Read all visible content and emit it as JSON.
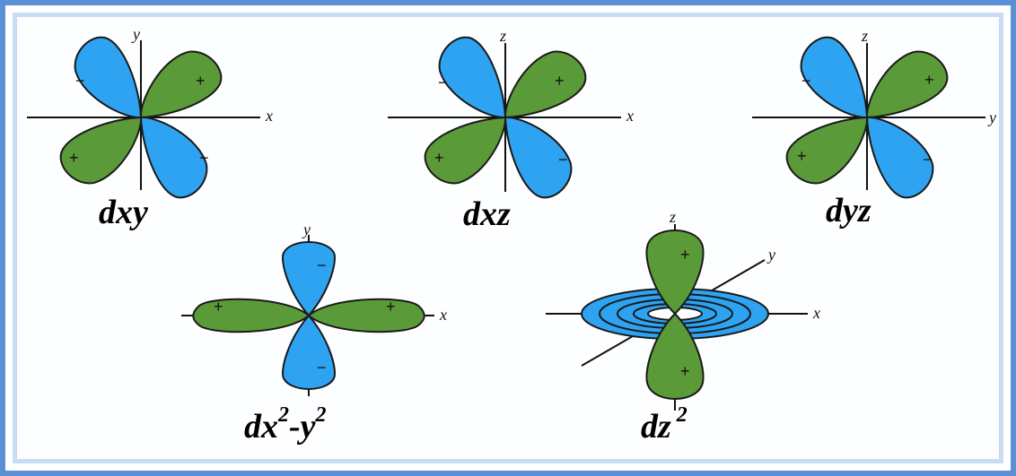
{
  "orbitals": {
    "dxy": {
      "name": "dxy",
      "axis_h": "x",
      "axis_v": "y"
    },
    "dxz": {
      "name": "dxz",
      "axis_h": "x",
      "axis_v": "z"
    },
    "dyz": {
      "name": "dyz",
      "axis_h": "y",
      "axis_v": "z"
    },
    "dx2y2": {
      "name_parts": [
        "dx",
        "2",
        "-y",
        "2"
      ],
      "axis_h": "x",
      "axis_v": "y"
    },
    "dz2": {
      "name_parts": [
        "dz",
        "2"
      ],
      "axis_h": "x",
      "axis_v": "z",
      "axis_d": "y"
    }
  },
  "signs": {
    "plus": "+",
    "minus": "−"
  },
  "colors": {
    "positive_lobe": "#5a9a38",
    "negative_lobe": "#2ea3f2",
    "frame": "#5b8fd6"
  }
}
